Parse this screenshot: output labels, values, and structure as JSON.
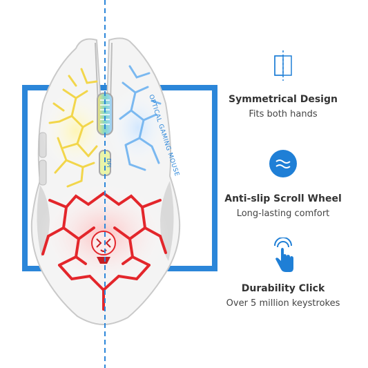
{
  "mouse": {
    "side_text": "OPTICAL GAMING MOUSE",
    "dpi_button": "DPI"
  },
  "features": [
    {
      "icon": "symmetry-icon",
      "title": "Symmetrical Design",
      "subtitle": "Fits both hands"
    },
    {
      "icon": "scroll-wave-icon",
      "title": "Anti-slip Scroll Wheel",
      "subtitle": "Long-lasting comfort"
    },
    {
      "icon": "touch-hand-icon",
      "title": "Durability Click",
      "subtitle": "Over 5 million keystrokes"
    }
  ],
  "colors": {
    "accent": "#1f7fd6",
    "frame": "#2b86d9",
    "text": "#333333",
    "crack_yellow": "#f2d64b",
    "crack_blue": "#7ab8f0",
    "crack_red": "#e3262b"
  }
}
